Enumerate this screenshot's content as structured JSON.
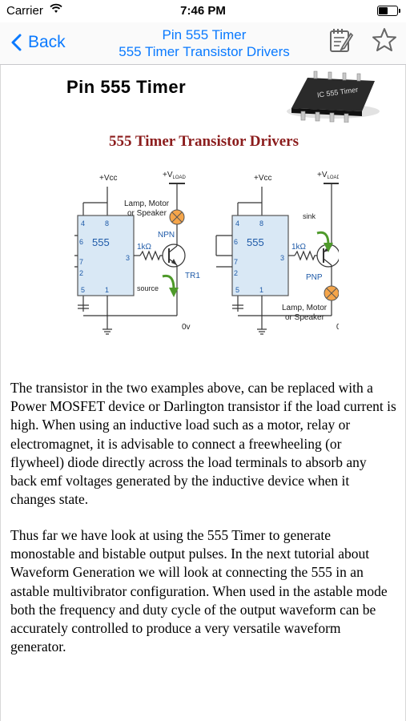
{
  "status_bar": {
    "carrier": "Carrier",
    "time": "7:46 PM"
  },
  "nav": {
    "back_label": "Back",
    "title_line1": "Pin 555 Timer",
    "title_line2": "555 Timer Transistor Drivers",
    "edit_icon": "notepad-edit-icon",
    "favorite_icon": "star-icon"
  },
  "header": {
    "title": "Pin 555 Timer",
    "chip_label": "IC 555 Timer"
  },
  "section_title": "555 Timer Transistor Drivers",
  "diagram_labels": {
    "vcc": "+Vcc",
    "vload": "+V",
    "vload_sub": "LOAD",
    "ic": "555",
    "res": "1kΩ",
    "tr": "TR1",
    "zero_v": "0v",
    "npn": "NPN",
    "pnp": "PNP",
    "load_top_line1": "Lamp, Motor",
    "load_top_line2": "or Speaker",
    "load_bottom_line1": "Lamp, Motor",
    "load_bottom_line2": "or Speaker",
    "source": "source",
    "sink": "sink",
    "pins": [
      "4",
      "8",
      "6",
      "7",
      "2",
      "5",
      "1",
      "3"
    ]
  },
  "paragraphs": [
    "The transistor in the two examples above, can be replaced with a Power MOSFET device or Darlington transistor if the load current is high. When using an inductive load such as a motor, relay or electromagnet, it is advisable to connect a freewheeling (or flywheel) diode directly across the load terminals to absorb any back emf voltages generated by the inductive device when it changes state.",
    "Thus far we have look at using the 555 Timer to generate monostable and bistable output pulses. In the next tutorial about Waveform Generation we will look at connecting the 555 in an astable multivibrator configuration. When used in the astable mode both the frequency and duty cycle of the output waveform can be accurately controlled to produce a very versatile waveform generator."
  ],
  "colors": {
    "accent": "#0a7aff",
    "section_title": "#8b1c1c",
    "ic_fill": "#d9e8f5",
    "lamp": "#f5a54a",
    "arrow": "#4e9a2a"
  }
}
